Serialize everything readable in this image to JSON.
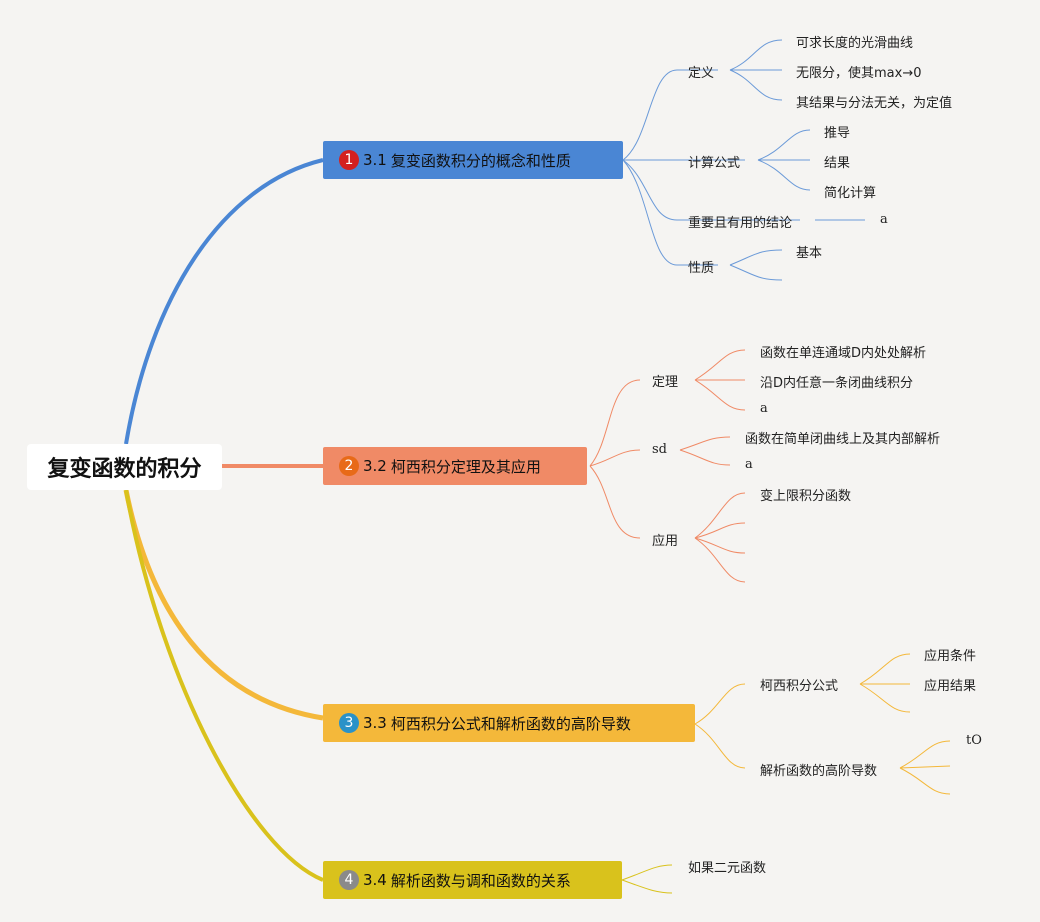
{
  "root": {
    "label": "复变函数的积分"
  },
  "branches": [
    {
      "index": "1",
      "number": "3.1",
      "title": "复变函数积分的概念和性质",
      "color": "#4a86d4",
      "badge": "#d42020"
    },
    {
      "index": "2",
      "number": "3.2",
      "title": "柯西积分定理及其应用",
      "color": "#f08a66",
      "badge": "#e86a18"
    },
    {
      "index": "3",
      "number": "3.3",
      "title": "柯西积分公式和解析函数的高阶导数",
      "color": "#f4b83a",
      "badge": "#2a92c8"
    },
    {
      "index": "4",
      "number": "3.4",
      "title": "解析函数与调和函数的关系",
      "color": "#d9c21c",
      "badge": "#8a8a8a"
    }
  ],
  "b1": {
    "def": "定义",
    "def_items": [
      "可求长度的光滑曲线",
      "无限分，使其max→0",
      "其结果与分法无关，为定值"
    ],
    "calc": "计算公式",
    "calc_items": [
      "推导",
      "结果",
      "简化计算"
    ],
    "useful": "重要且有用的结论",
    "useful_item": "a",
    "prop": "性质",
    "prop_items": [
      "基本"
    ]
  },
  "b2": {
    "thm": "定理",
    "thm_items": [
      "函数在单连通域D内处处解析",
      "沿D内任意一条闭曲线积分",
      "a"
    ],
    "sd": "sd",
    "sd_items": [
      "函数在简单闭曲线上及其内部解析",
      "a"
    ],
    "app": "应用",
    "app_items": [
      "变上限积分函数"
    ]
  },
  "b3": {
    "formula": "柯西积分公式",
    "formula_items": [
      "应用条件",
      "应用结果"
    ],
    "deriv": "解析函数的高阶导数",
    "deriv_items": [
      "tO"
    ]
  },
  "b4": {
    "item": "如果二元函数"
  }
}
